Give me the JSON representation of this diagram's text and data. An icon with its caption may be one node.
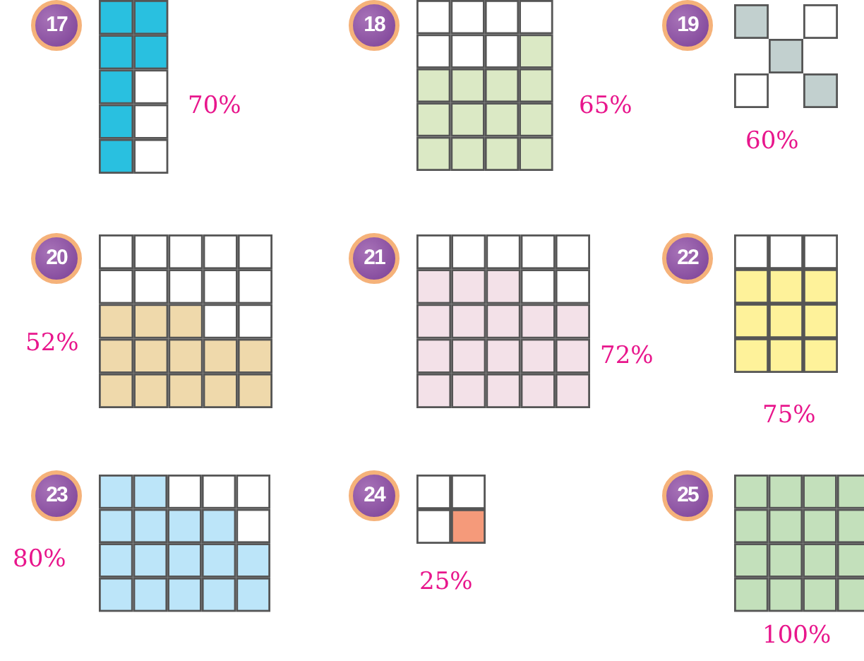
{
  "diagram": {
    "labels": [
      "17",
      "70%",
      "18",
      "65%",
      "19",
      "60%",
      "20",
      "52%",
      "21",
      "72%",
      "22",
      "75%",
      "23",
      "80%",
      "24",
      "25%",
      "25",
      "100%"
    ]
  }
}
